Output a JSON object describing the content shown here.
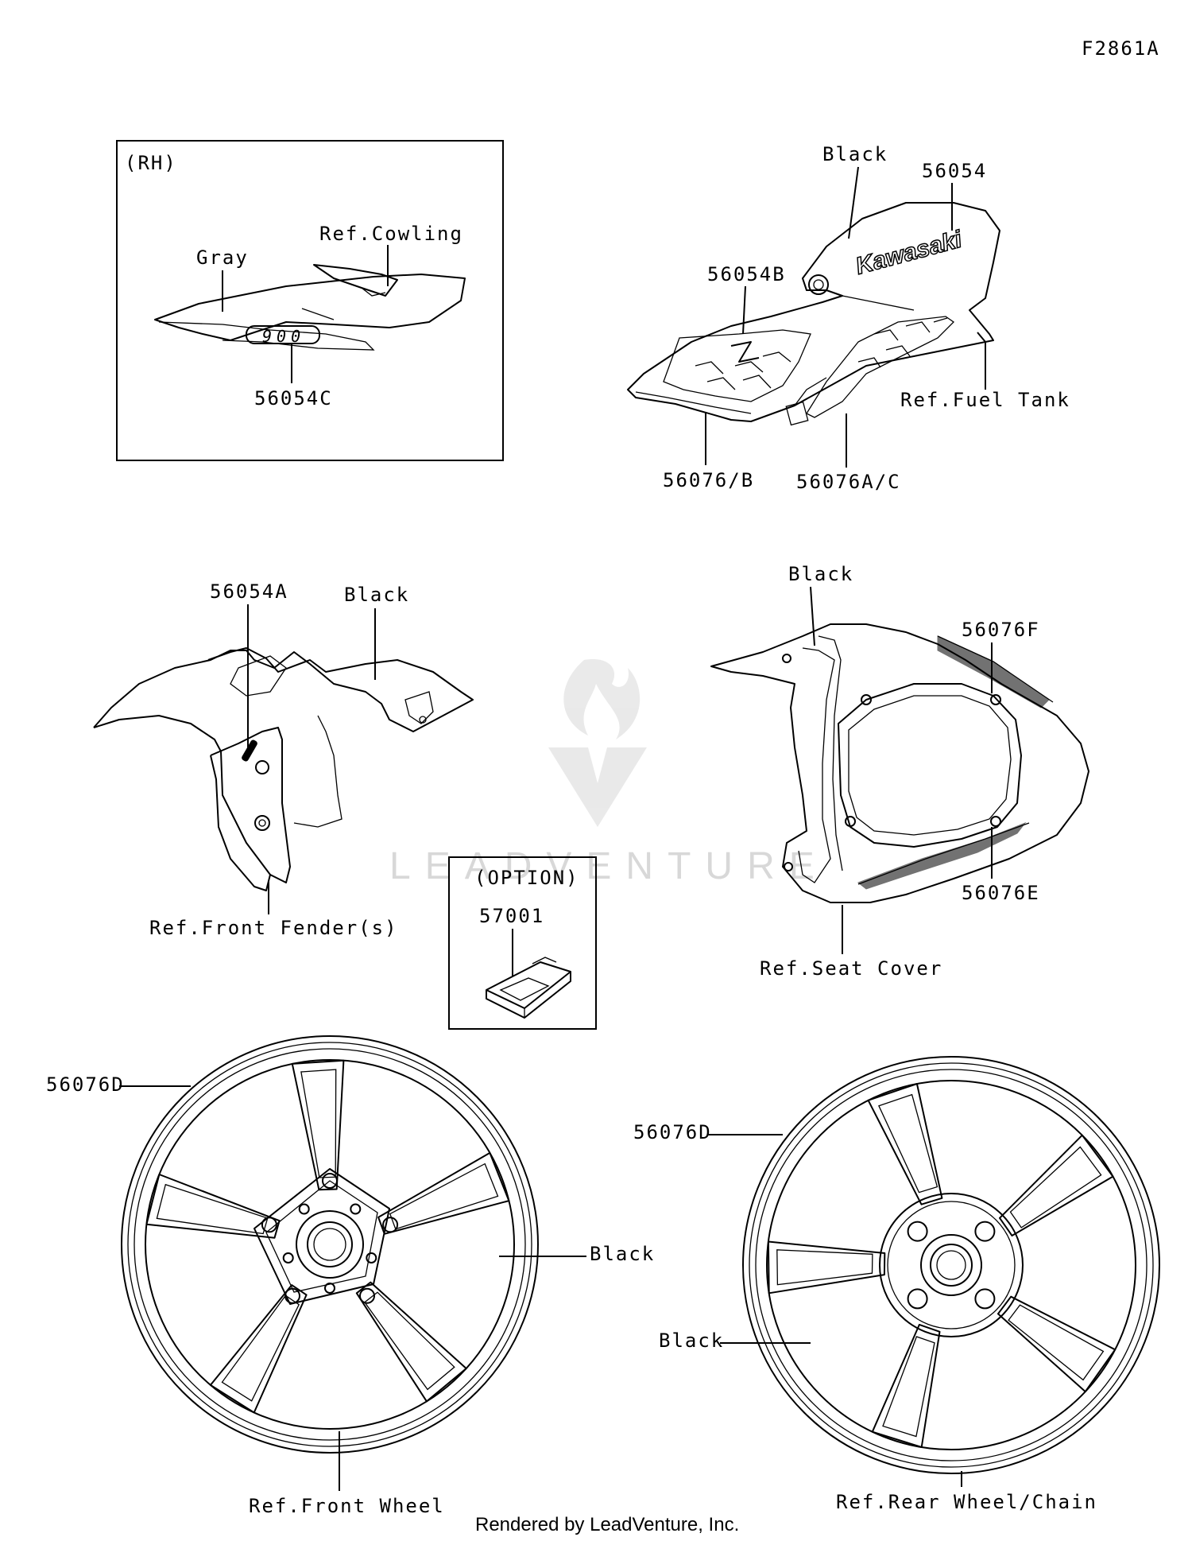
{
  "figure_code": "F2861A",
  "footer": "Rendered by LeadVenture, Inc.",
  "watermark": "LEADVENTURE",
  "panels": {
    "cowling": {
      "side_label": "(RH)",
      "ref_label": "Ref.Cowling",
      "color_label": "Gray",
      "part_label": "56054C",
      "emblem_text": "900"
    },
    "fuel_tank": {
      "color_label": "Black",
      "part_main": "56054",
      "part_emblem": "56054B",
      "ref_label": "Ref.Fuel Tank",
      "part_left": "56076/B",
      "part_right": "56076A/C",
      "brand_text": "Kawasaki"
    },
    "front_fender": {
      "part_label": "56054A",
      "color_label": "Black",
      "ref_label": "Ref.Front Fender(s)"
    },
    "seat_cover": {
      "color_label": "Black",
      "part_upper": "56076F",
      "part_lower": "56076E",
      "ref_label": "Ref.Seat Cover"
    },
    "option": {
      "title": "(OPTION)",
      "part_label": "57001"
    },
    "front_wheel": {
      "part_label": "56076D",
      "color_label": "Black",
      "ref_label": "Ref.Front Wheel"
    },
    "rear_wheel": {
      "part_label": "56076D",
      "color_label": "Black",
      "ref_label": "Ref.Rear Wheel/Chain"
    }
  }
}
